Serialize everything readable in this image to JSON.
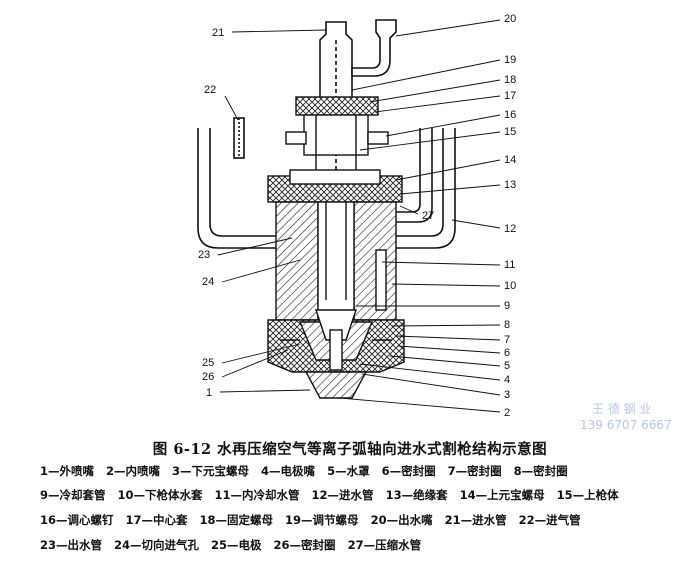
{
  "caption": "图 6-12   水再压缩空气等离子弧轴向进水式割枪结构示意图",
  "callouts": [
    "1",
    "2",
    "3",
    "4",
    "5",
    "6",
    "7",
    "8",
    "9",
    "10",
    "11",
    "12",
    "13",
    "14",
    "15",
    "16",
    "17",
    "18",
    "19",
    "20",
    "21",
    "22",
    "23",
    "24",
    "25",
    "26",
    "27"
  ],
  "legend": [
    [
      "1—外喷嘴",
      "2—内喷嘴",
      "3—下元宝螺母",
      "4—电极嘴",
      "5—水罩",
      "6—密封圈",
      "7—密封圈",
      "8—密封圈"
    ],
    [
      "9—冷却套管",
      "10—下枪体水套",
      "11—内冷却水管",
      "12—进水管",
      "13—绝缘套",
      "14—上元宝螺母",
      "15—上枪体"
    ],
    [
      "16—调心螺钉",
      "17—中心套",
      "18—固定螺母",
      "19—调节螺母",
      "20—出水嘴",
      "21—进水管",
      "22—进气管"
    ],
    [
      "23—出水管",
      "24—切向进气孔",
      "25—电极",
      "26—密封圈",
      "27—压缩水管"
    ]
  ],
  "watermark": {
    "name": "王 德 钢 业",
    "phone": "139 6707 6667"
  }
}
